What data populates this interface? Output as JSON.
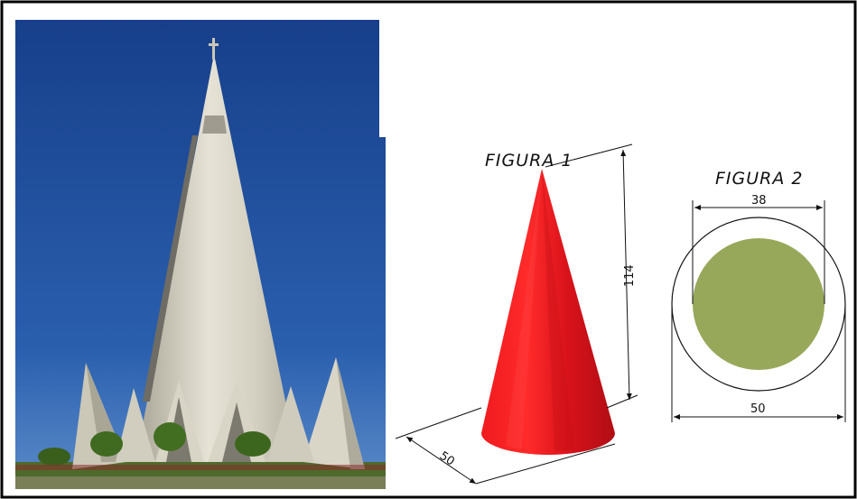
{
  "figure1": {
    "label": "FIGURA 1",
    "height_dimension": "114",
    "diameter_dimension": "50",
    "cone_color": "#e8141a"
  },
  "figure2": {
    "label": "FIGURA 2",
    "inner_diameter_dimension": "38",
    "outer_diameter_dimension": "50",
    "inner_fill_color": "#97a85a"
  },
  "photo": {
    "sky_color": "#1d4b97",
    "building_color": "#d6d3c4"
  }
}
